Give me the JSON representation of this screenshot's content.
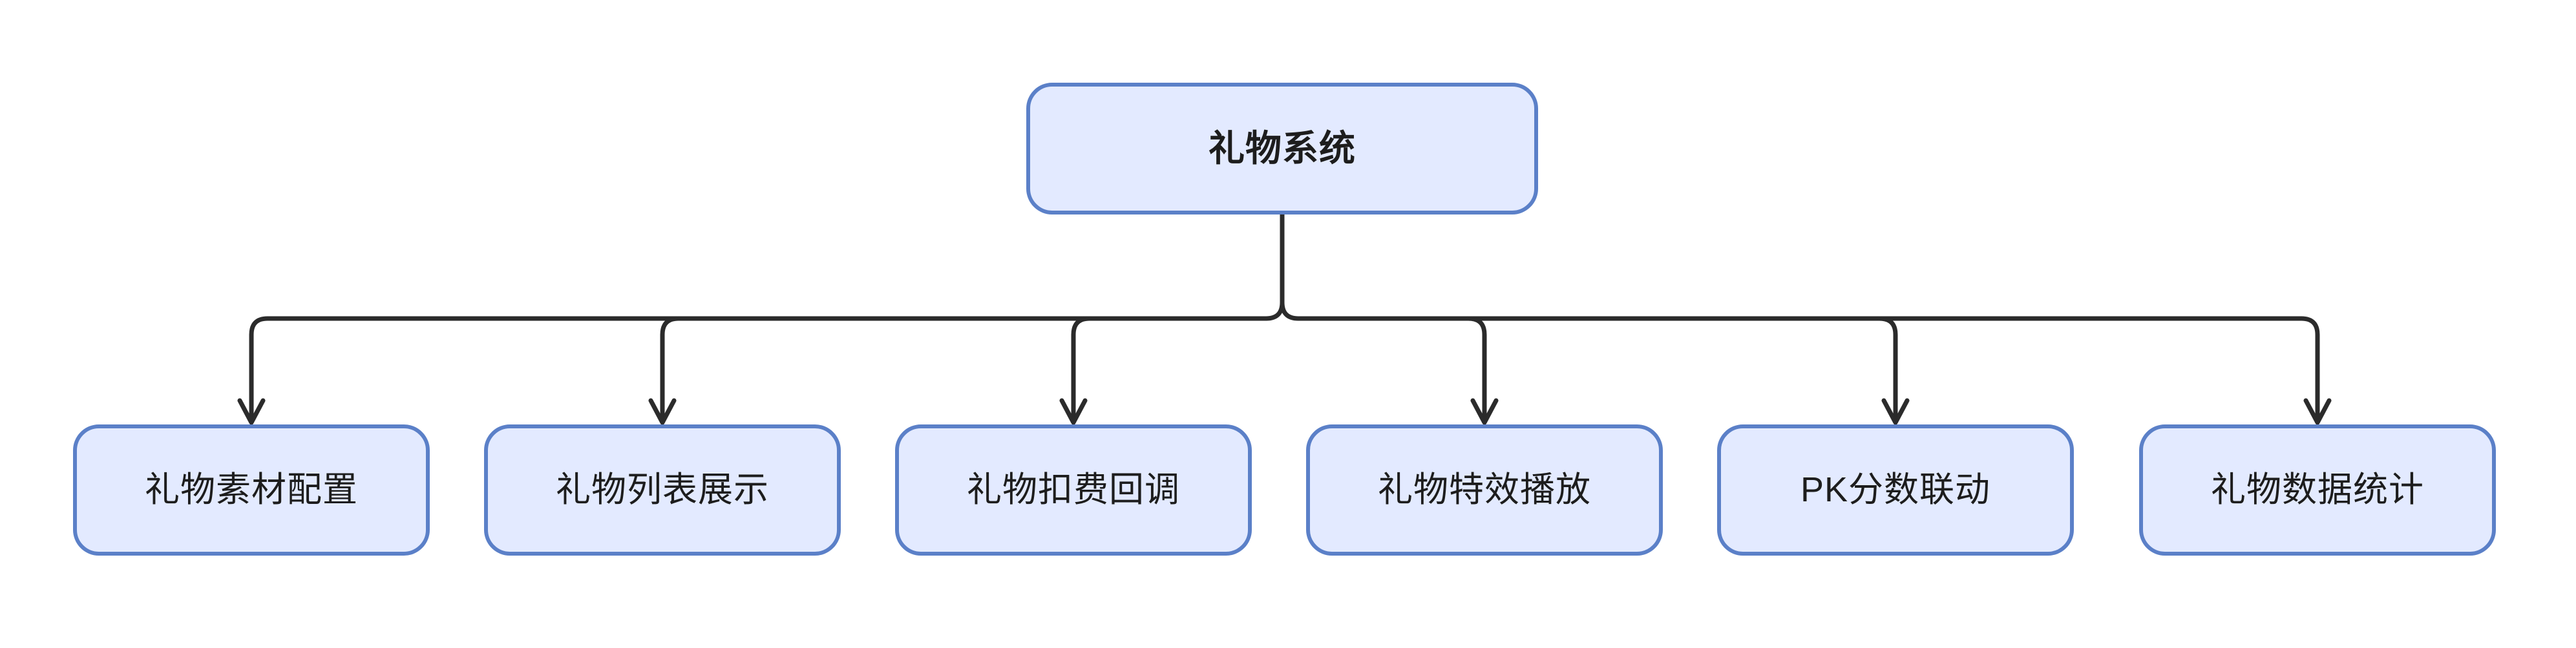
{
  "diagram": {
    "type": "tree",
    "orientation": "top-down",
    "background_color": "#ffffff",
    "node_fill_color": "#e3eaff",
    "node_border_color": "#5b80c8",
    "edge_color": "#2b2b2b",
    "text_color": "#1d1d1d",
    "root": {
      "id": "gift-system",
      "label": "礼物系统"
    },
    "children": [
      {
        "id": "gift-asset-config",
        "label": "礼物素材配置"
      },
      {
        "id": "gift-list-display",
        "label": "礼物列表展示"
      },
      {
        "id": "gift-charge-callback",
        "label": "礼物扣费回调"
      },
      {
        "id": "gift-effect-playback",
        "label": "礼物特效播放"
      },
      {
        "id": "pk-score-linkage",
        "label": "PK分数联动"
      },
      {
        "id": "gift-data-statistics",
        "label": "礼物数据统计"
      }
    ]
  }
}
